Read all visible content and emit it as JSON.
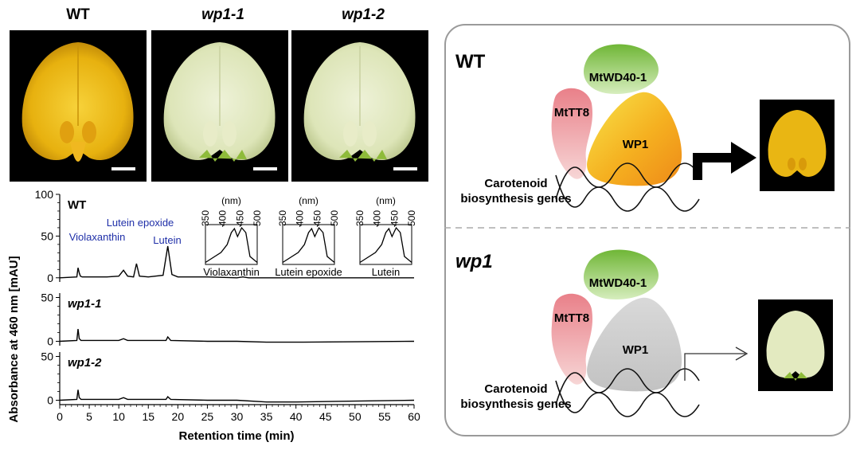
{
  "photos": {
    "wt_label": "WT",
    "wp11_label": "wp1-1",
    "wp12_label": "wp1-2"
  },
  "chart_data": {
    "type": "line",
    "ylabel": "Absorbance at 460 nm [mAU]",
    "xlabel": "Retention time (min)",
    "xlim": [
      0,
      60
    ],
    "xticks": [
      "0",
      "5",
      "10",
      "15",
      "20",
      "25",
      "30",
      "35",
      "40",
      "45",
      "50",
      "55",
      "60"
    ],
    "panels": [
      {
        "name": "WT",
        "yticks": [
          "0",
          "50",
          "100"
        ],
        "ylim": [
          -5,
          100
        ],
        "peaks": [
          {
            "label": "Violaxanthin",
            "x": 10.8,
            "y": 9
          },
          {
            "label": "Lutein epoxide",
            "x": 13.0,
            "y": 17
          },
          {
            "label": "Lutein",
            "x": 18.3,
            "y": 38
          }
        ],
        "series": [
          {
            "x": [
              0,
              2.9,
              3.1,
              3.3,
              3.5,
              3.8,
              5,
              8,
              10,
              10.8,
              11.5,
              12.5,
              13,
              13.5,
              15,
              17.5,
              18.3,
              19,
              20,
              25,
              30,
              31,
              32,
              40,
              50,
              60
            ],
            "y": [
              0,
              1,
              12,
              6,
              2,
              1,
              1,
              1,
              2,
              9,
              2,
              1,
              17,
              2,
              1,
              3,
              38,
              4,
              1,
              1,
              0,
              1,
              0,
              0,
              0,
              0
            ]
          }
        ]
      },
      {
        "name": "wp1-1",
        "yticks": [
          "0",
          "50"
        ],
        "ylim": [
          -5,
          55
        ],
        "series": [
          {
            "x": [
              0,
              2.9,
              3.1,
              3.3,
              3.6,
              5,
              10,
              10.8,
              11.5,
              15,
              18,
              18.3,
              18.8,
              25,
              30,
              35,
              40,
              50,
              60
            ],
            "y": [
              0,
              1,
              14,
              3,
              1,
              1,
              1,
              3,
              1,
              1,
              1,
              5,
              1,
              0,
              0,
              -1,
              -1,
              -0.5,
              0
            ]
          }
        ]
      },
      {
        "name": "wp1-2",
        "yticks": [
          "0",
          "50"
        ],
        "ylim": [
          -5,
          55
        ],
        "series": [
          {
            "x": [
              0,
              2.9,
              3.1,
              3.3,
              3.6,
              5,
              10,
              10.8,
              11.5,
              15,
              18,
              18.3,
              18.8,
              25,
              30,
              35,
              40,
              50,
              60
            ],
            "y": [
              0,
              1,
              12,
              3,
              1,
              1,
              1,
              3,
              1,
              1,
              1,
              4,
              1,
              0,
              0,
              -2,
              -2,
              -1,
              0
            ]
          }
        ]
      }
    ],
    "spectra": {
      "axis_label": "(nm)",
      "ticks": [
        "350",
        "400",
        "450",
        "500"
      ],
      "items": [
        "Violaxanthin",
        "Lutein epoxide",
        "Lutein"
      ]
    }
  },
  "diagram": {
    "wt": {
      "title": "WT",
      "mtwd40": "MtWD40-1",
      "mttt8": "MtTT8",
      "wp1": "WP1",
      "genes_line1": "Carotenoid",
      "genes_line2": "biosynthesis genes"
    },
    "wp1": {
      "title": "wp1",
      "mtwd40": "MtWD40-1",
      "mttt8": "MtTT8",
      "wp1": "WP1",
      "genes_line1": "Carotenoid",
      "genes_line2": "biosynthesis genes"
    },
    "colors": {
      "mtwd40": "#8fcb5a",
      "mttt8": "#e48a90",
      "wp1_wt": "#f29a1d",
      "wp1_mut": "#c8c8c8",
      "yellow_petal": "#f2c21a",
      "white_petal": "#e6ecc6"
    }
  }
}
